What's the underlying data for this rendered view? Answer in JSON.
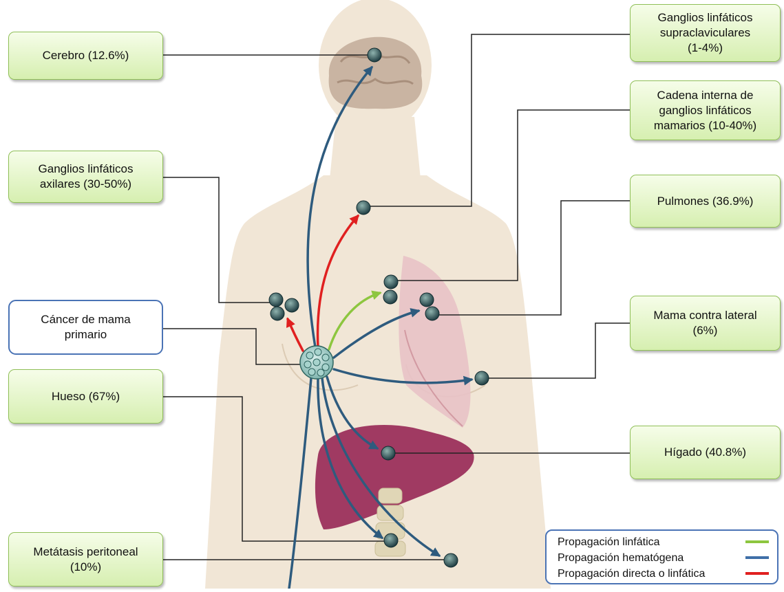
{
  "primary": {
    "label": "Cáncer de mama\nprimario"
  },
  "sites": {
    "brain": "Cerebro (12.6%)",
    "axillary": "Ganglios linfáticos\naxilares  (30-50%)",
    "bone": "Hueso (67%)",
    "peritoneal": "Metátasis peritoneal\n(10%)",
    "supraclavicular": "Ganglios linfáticos\nsupraclaviculares\n(1-4%)",
    "internal_mammary": "Cadena  interna de\nganglios linfáticos\nmamarios  (10-40%)",
    "lungs": "Pulmones (36.9%)",
    "contralateral": "Mama contra lateral\n(6%)",
    "liver": "Hígado (40.8%)"
  },
  "legend": [
    {
      "label": "Propagación linfática",
      "color": "#8dc63f"
    },
    {
      "label": "Propagación hematógena",
      "color": "#3f6fa8"
    },
    {
      "label": "Propagación directa o linfática",
      "color": "#e02020"
    }
  ],
  "colors": {
    "lymphatic": "#8dc63f",
    "hematogenous": "#2e5b7e",
    "direct": "#e02020",
    "box_border": "#8fbf57",
    "primary_border": "#4a73b5",
    "skin": "#f1e6d6",
    "lung": "#e8c2c6",
    "liver": "#a03a62"
  }
}
